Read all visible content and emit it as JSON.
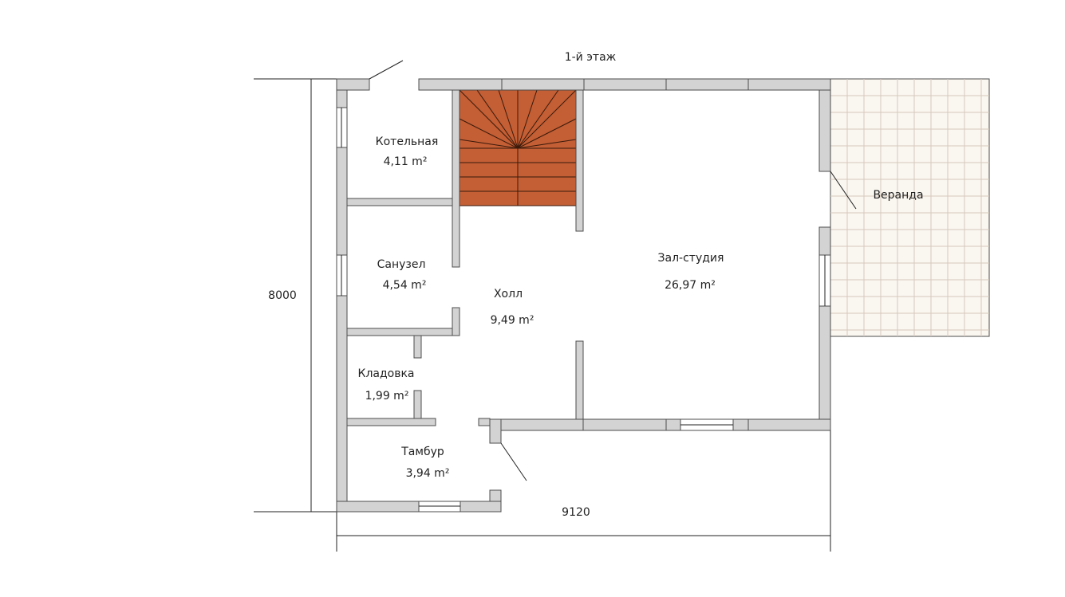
{
  "plan": {
    "title": "1-й этаж",
    "dimensions": {
      "height": "8000",
      "width": "9120"
    },
    "rooms": [
      {
        "id": "kotelnaya",
        "name": "Котельная",
        "area": "4,11 m²"
      },
      {
        "id": "sanuzel",
        "name": "Санузел",
        "area": "4,54 m²"
      },
      {
        "id": "holl",
        "name": "Холл",
        "area": "9,49 m²"
      },
      {
        "id": "zal",
        "name": "Зал-студия",
        "area": "26,97 m²"
      },
      {
        "id": "kladovka",
        "name": "Кладовка",
        "area": "1,99 m²"
      },
      {
        "id": "tambur",
        "name": "Тамбур",
        "area": "3,94 m²"
      },
      {
        "id": "veranda",
        "name": "Веранда",
        "area": ""
      }
    ],
    "colors": {
      "wall": "#d3d3d3",
      "wall_outline": "#4d4d4d",
      "stairs": "#c35e35",
      "veranda_fill": "#faf6f0",
      "veranda_grid": "#d6c9bc"
    }
  }
}
